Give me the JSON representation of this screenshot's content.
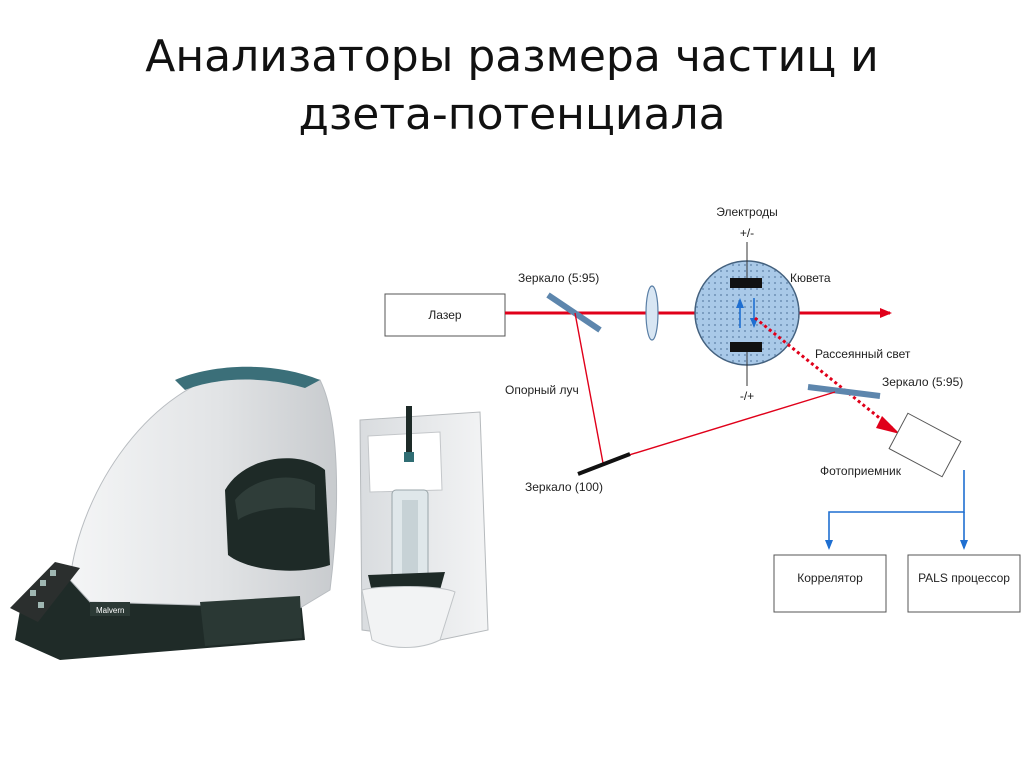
{
  "title": {
    "line1": "Анализаторы размера частиц и",
    "line2": "дзета-потенциала"
  },
  "instrument": {
    "brand": "Malvern"
  },
  "scheme": {
    "labels": {
      "electrodes": "Электроды",
      "plus_minus": "+/-",
      "minus_plus": "-/+",
      "mirror_top": "Зеркало (5:95)",
      "cuvette": "Кювета",
      "scattered": "Рассеянный свет",
      "mirror_right": "Зеркало (5:95)",
      "reference_beam": "Опорный луч",
      "photodetector": "Фотоприемник",
      "mirror_bottom": "Зеркало (100)"
    },
    "boxes": {
      "laser": "Лазер",
      "correlator": "Коррелятор",
      "pals": "PALS процессор"
    },
    "colors": {
      "beam": "#e0001a",
      "signal": "#1f6fd1",
      "cuvette_fill": "#a9c9e8"
    }
  }
}
